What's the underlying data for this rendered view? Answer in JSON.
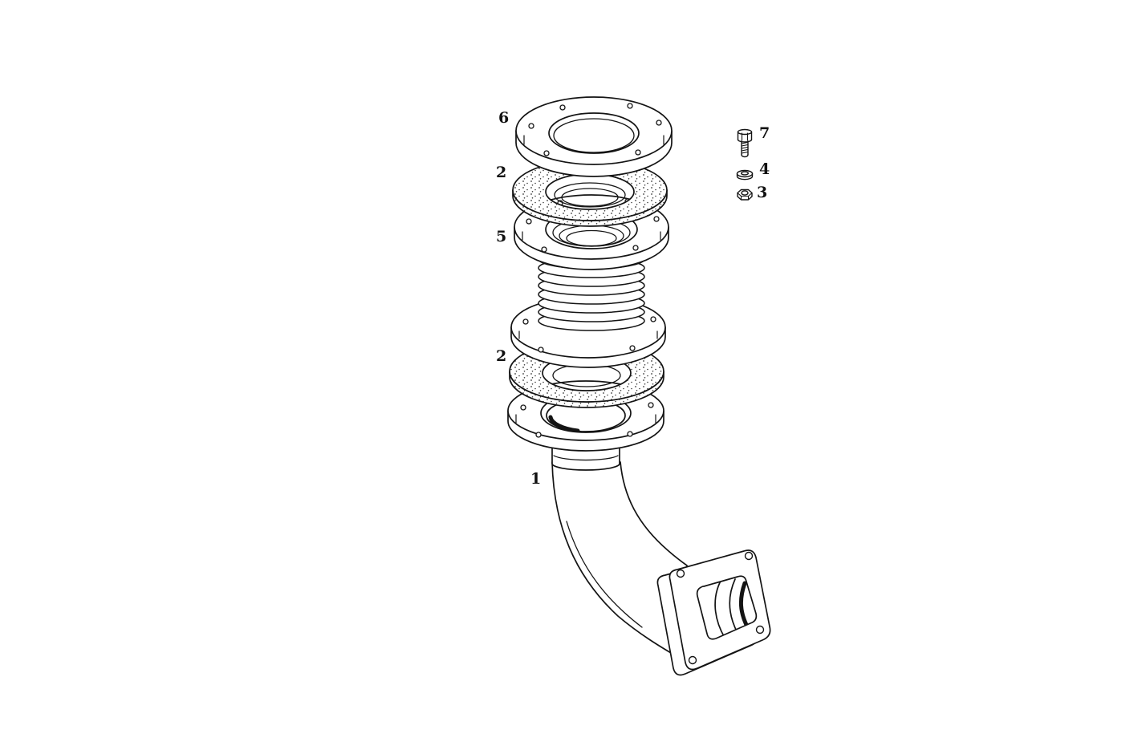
{
  "diagram": {
    "background": "#ffffff",
    "line_color": "#141414",
    "callouts": [
      {
        "label": "6"
      },
      {
        "label": "2"
      },
      {
        "label": "5"
      },
      {
        "label": "2"
      },
      {
        "label": "1"
      },
      {
        "label": "7"
      },
      {
        "label": "4"
      },
      {
        "label": "3"
      }
    ]
  }
}
